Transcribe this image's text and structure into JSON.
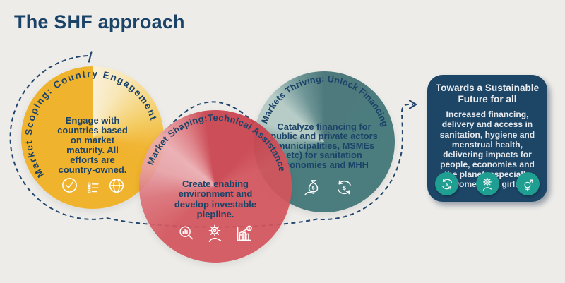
{
  "page": {
    "title": "The SHF approach"
  },
  "colors": {
    "background": "#edece9",
    "navy_text": "#1b4368",
    "yellow_circle": "#f0b32d",
    "red_circle": "#d3545c",
    "teal_circle": "#4b7d7f",
    "outcome_box": "#1c4566",
    "badge_teal": "#1f9e92",
    "dash_line": "#23466f"
  },
  "circles": [
    {
      "id": "market-scoping",
      "curved_label": "Market Scoping: Country Engagement",
      "body": "Engage with\ncountries based\non market\nmaturity. All\nefforts are\ncountry-owned.",
      "icons": [
        "check-circle-icon",
        "checklist-icon",
        "globe-icon"
      ]
    },
    {
      "id": "market-shaping",
      "curved_label": "Market Shaping:Technical Assistance",
      "body": "Create enabing\nenvironment and\ndevelop investable\npiepline.",
      "icons": [
        "search-insights-icon",
        "gear-hand-icon",
        "growth-chart-dollar-icon"
      ]
    },
    {
      "id": "markets-thriving",
      "curved_label": "Markets Thriving: Unlock Financing",
      "body": "Catalyze financing for\npublic and private actors\n(municipalities, MSMEs\netc) for sanitation\neconomies and MHH",
      "icons": [
        "moneybag-hand-icon",
        "cycle-dollar-icon"
      ]
    }
  ],
  "outcome": {
    "title": "Towards a Sustainable\nFuture for all",
    "body": "Increased financing,\ndelivery and access in\nsanitation, hygiene and\nmenstrual health,\ndelivering impacts for\npeople, economies and\nthe planet, especially\nwomen and girls.",
    "icons": [
      "cycle-dollar-icon",
      "gear-hand-icon",
      "gender-equality-icon"
    ]
  }
}
